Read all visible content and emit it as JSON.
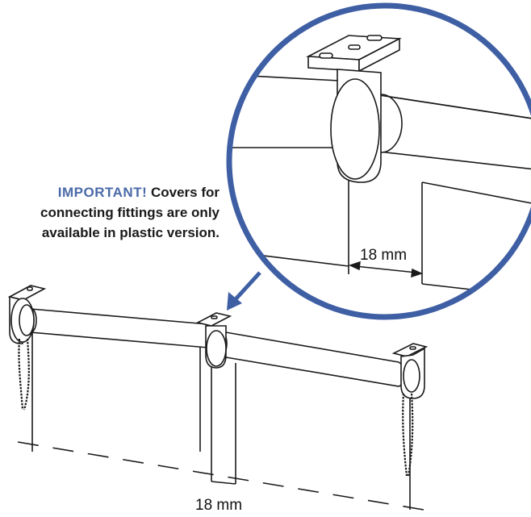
{
  "note": {
    "highlight": "IMPORTANT!",
    "line1_rest": " Covers for",
    "line2": "connecting fittings are only",
    "line3": "available in plastic version."
  },
  "dimensions": {
    "detail_gap": "18 mm",
    "bottom_gap": "18 mm"
  },
  "colors": {
    "accent": "#3f5fa4",
    "highlight_text": "#4a6aa8",
    "line": "#1a1a1a"
  }
}
